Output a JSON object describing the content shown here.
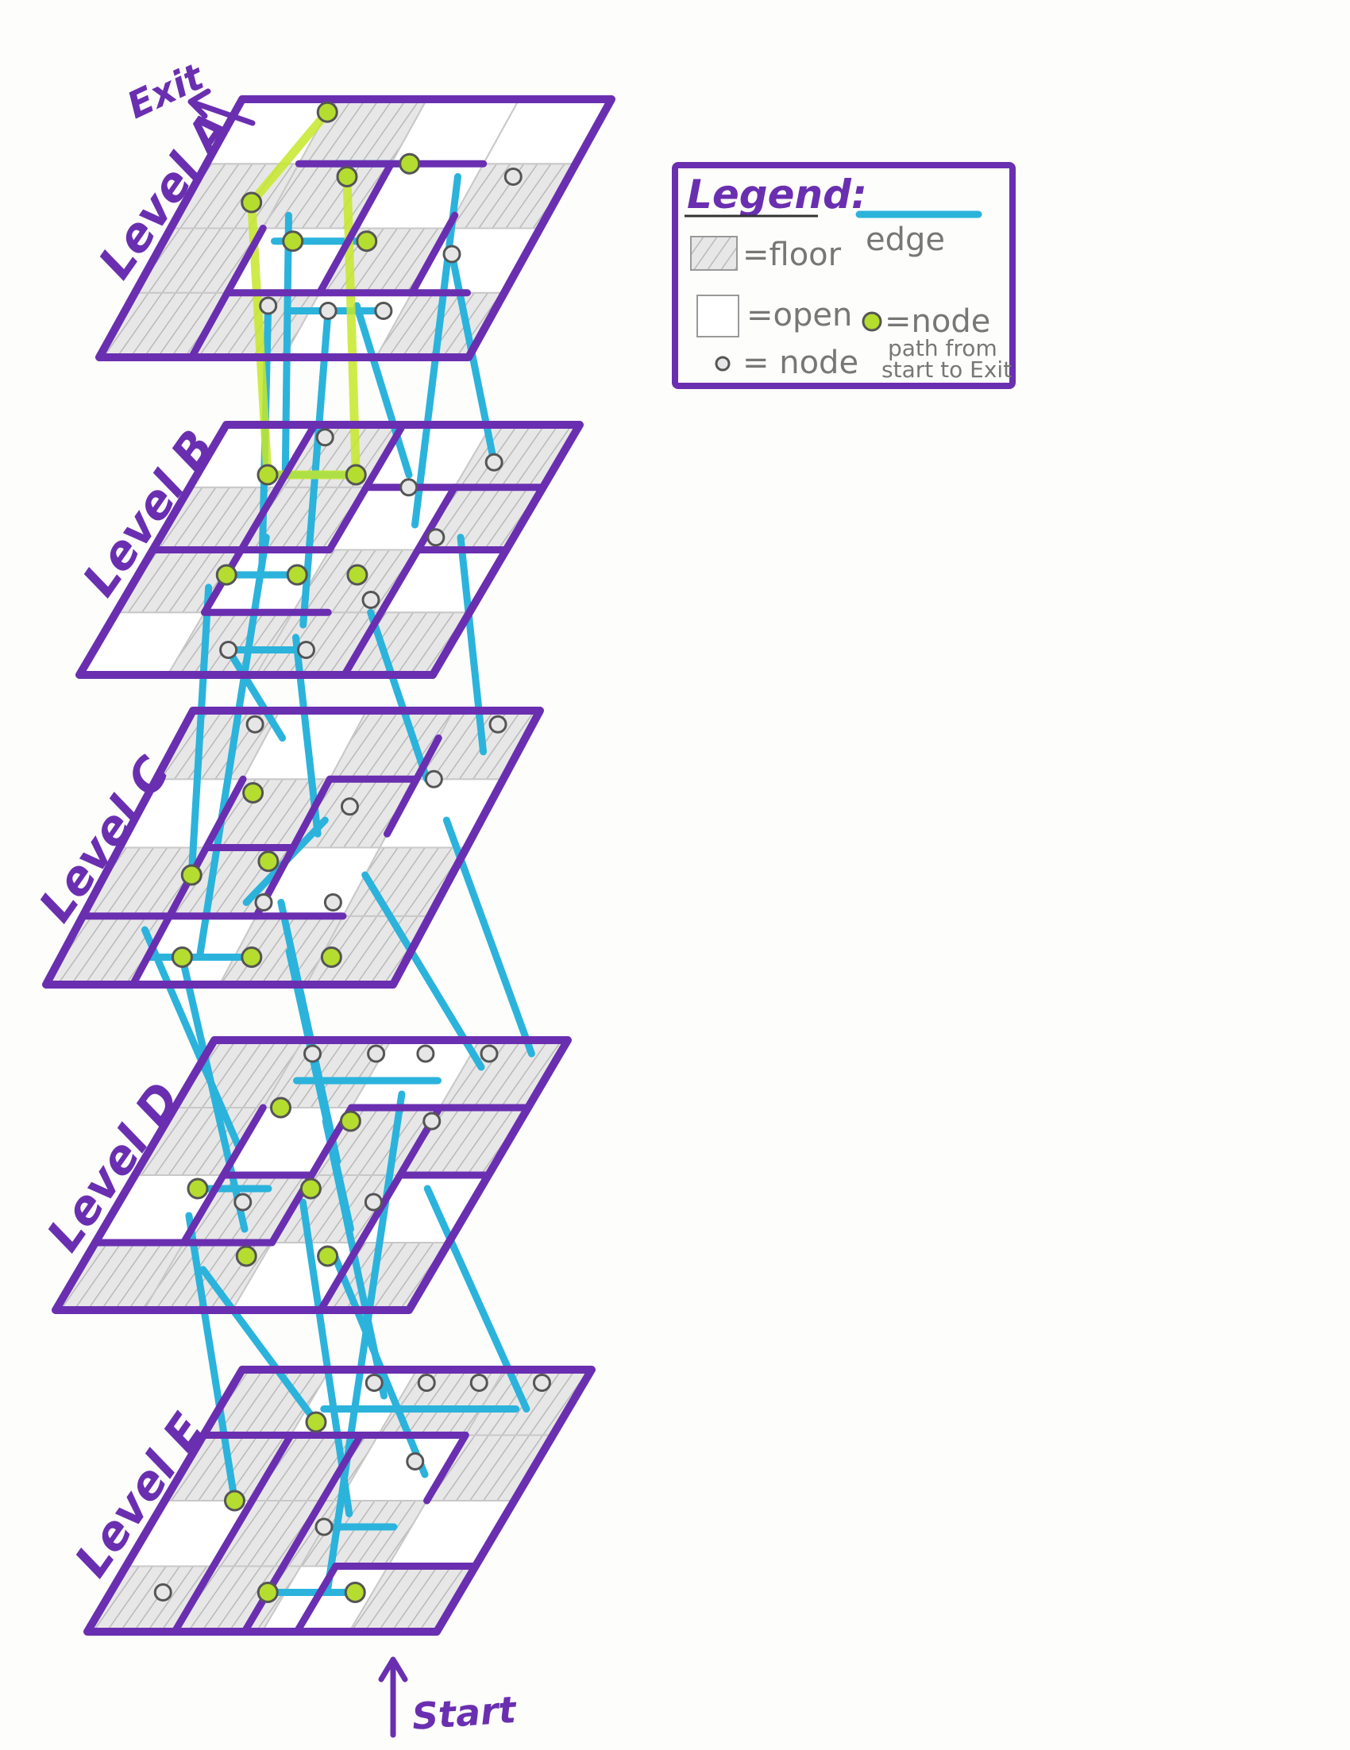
{
  "colors": {
    "frame": "#6a2fb0",
    "edge": "#2bb3dc",
    "path_highlight": "#c6e82a",
    "node_path_fill": "#b5dd2f",
    "node_fill": "#e6e6e6",
    "node_stroke": "#555555",
    "floor_hatch": "#b9b9b9",
    "open_fill": "#ffffff",
    "legend_text": "#777777"
  },
  "labels": {
    "exit": "Exit",
    "start": "Start"
  },
  "levels": [
    {
      "id": "A",
      "label": "Level A"
    },
    {
      "id": "B",
      "label": "Level B"
    },
    {
      "id": "C",
      "label": "Level C"
    },
    {
      "id": "D",
      "label": "Level D"
    },
    {
      "id": "E",
      "label": "Level E"
    }
  ],
  "legend": {
    "title": "Legend:",
    "floor_text": "=floor",
    "edge_text": "edge",
    "open_text": "=open",
    "node_text": "= node",
    "path_node_text": "=node",
    "path_node_sub1": "path from",
    "path_node_sub2": "start to Exit"
  }
}
